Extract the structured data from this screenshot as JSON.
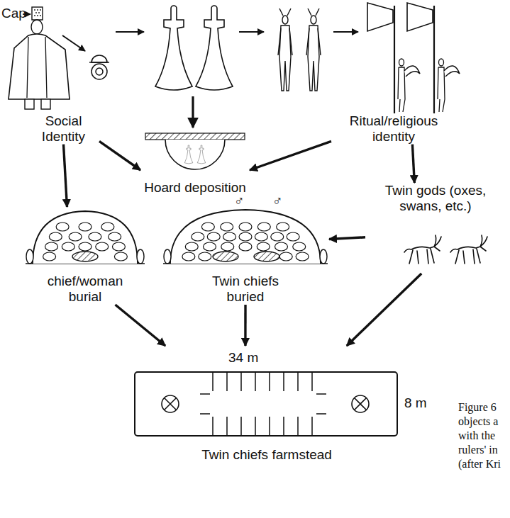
{
  "diagram": {
    "nodes": [
      {
        "text": [
          "Social Identity"
        ]
      },
      {
        "text": [
          "Ritual/religious identity"
        ]
      },
      {
        "text": [
          "Hoard deposition"
        ]
      },
      {
        "text": [
          "Twin gods (oxes, swans, etc.)"
        ]
      },
      {
        "text": [
          "chief/woman burial"
        ]
      },
      {
        "text": [
          "Twin chiefs buried"
        ]
      },
      {
        "text": [
          "Twin chiefs farmstead"
        ]
      }
    ],
    "edges": [
      {
        "from": 0,
        "to": 4,
        "arrow": "to"
      },
      {
        "from": 0,
        "to": 2,
        "arrow": "to"
      },
      {
        "from": 1,
        "to": 2,
        "arrow": "to"
      },
      {
        "from": 1,
        "to": 3,
        "arrow": "to"
      },
      {
        "from": 3,
        "to": 5,
        "arrow": "to"
      },
      {
        "from": 4,
        "to": 6,
        "arrow": "to"
      },
      {
        "from": 5,
        "to": 6,
        "arrow": "to"
      },
      {
        "from": 3,
        "to": 6,
        "arrow": "to"
      }
    ],
    "labels": [
      "Cap",
      "♂",
      "♂",
      "34 m",
      "8 m",
      "Figure 6",
      "objects a",
      "with the",
      "rulers' in",
      "(after Kri"
    ]
  }
}
